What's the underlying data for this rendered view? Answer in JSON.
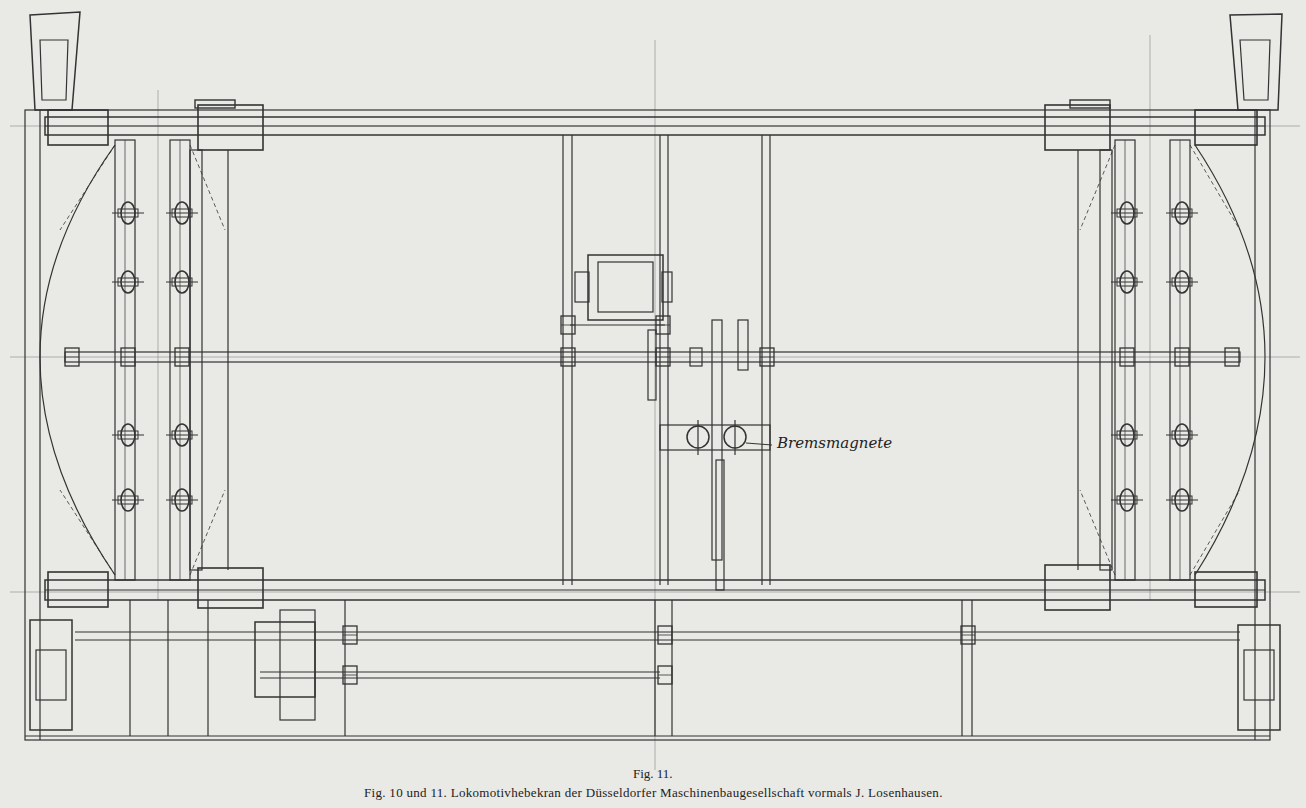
{
  "diagram": {
    "caption": "Fig. 10 und 11. Lokomotivhebekran der Düsseldorfer Maschinenbaugesellschaft vormals J. Losenhausen.",
    "labels": [
      "Bremsmagnete",
      "Fig. 11."
    ]
  }
}
